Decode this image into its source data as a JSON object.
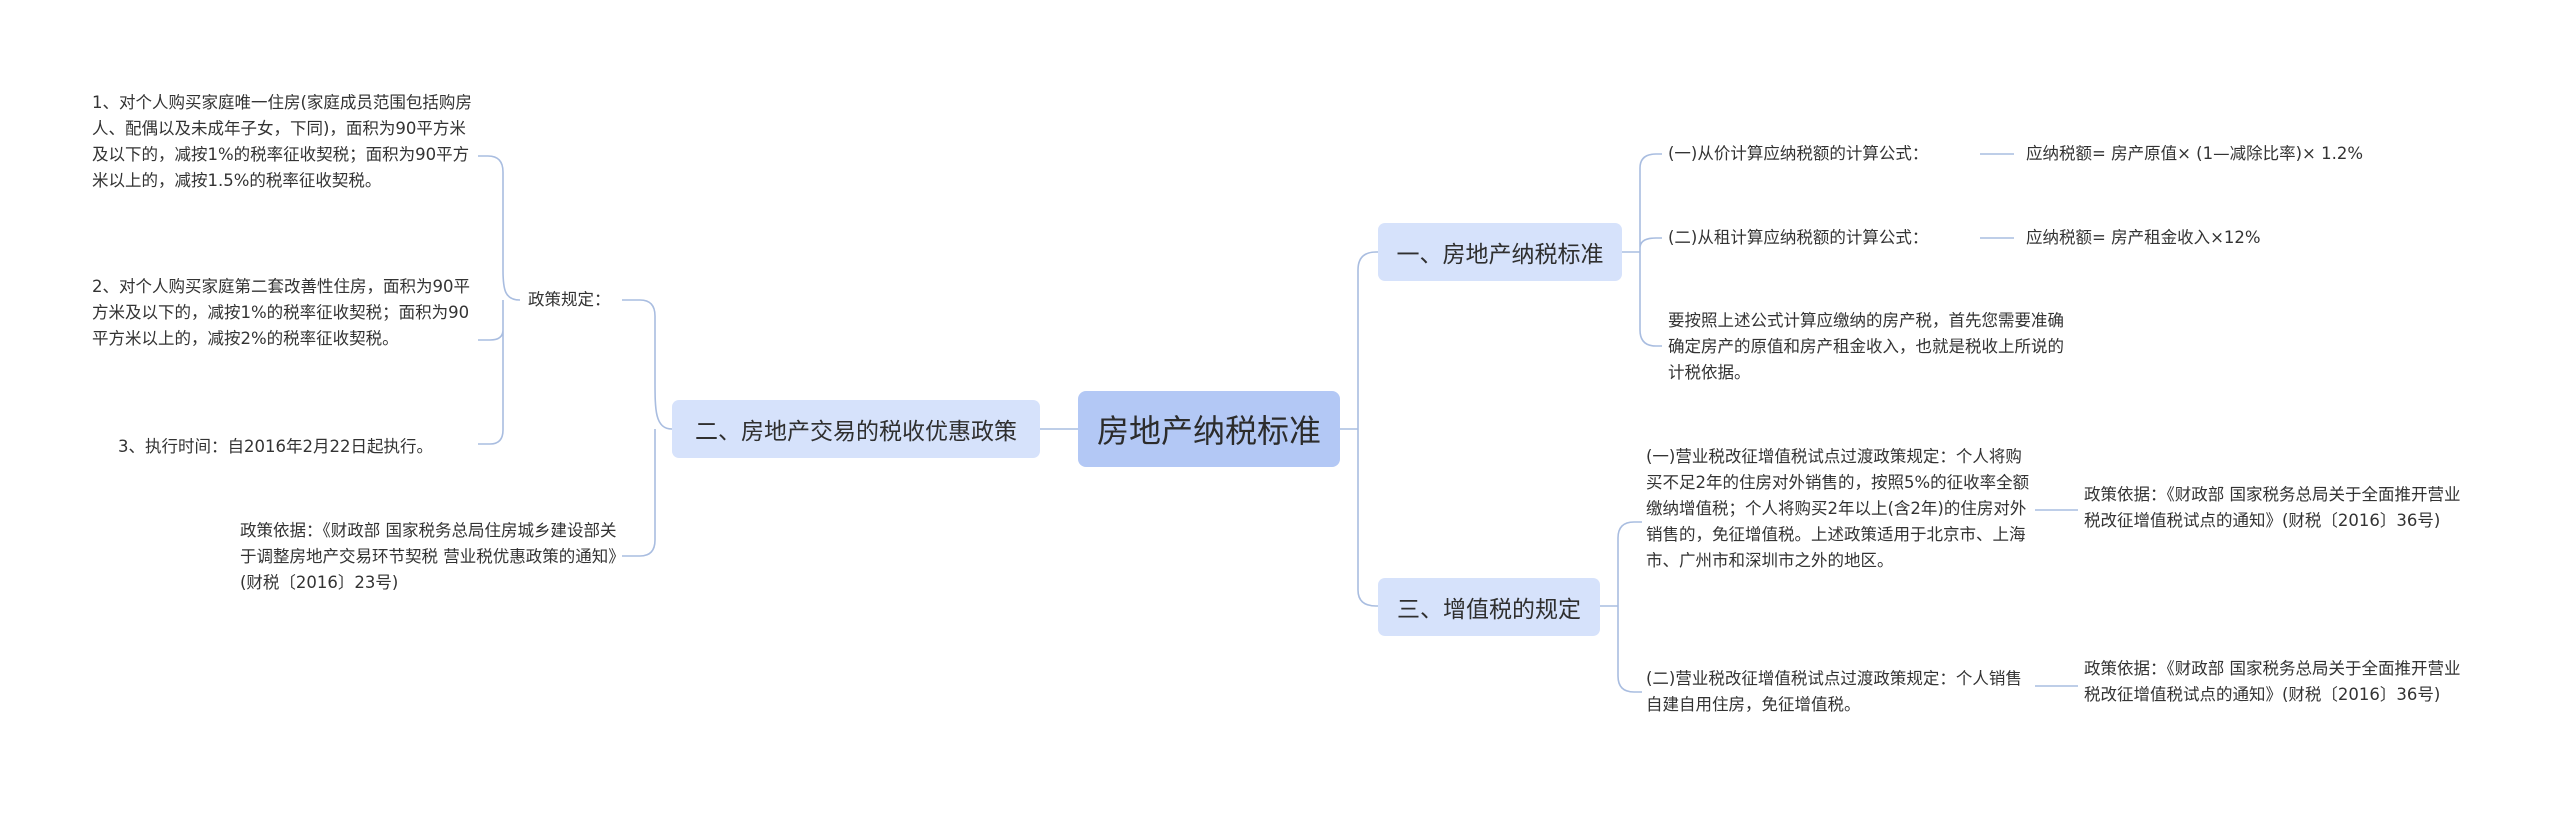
{
  "root": {
    "label": "房地产纳税标准"
  },
  "left": {
    "branch": {
      "label": "二、房地产交易的税收优惠政策"
    },
    "policy": {
      "label": "政策规定：",
      "items": [
        "1、对个人购买家庭唯一住房(家庭成员范围包括购房人、配偶以及未成年子女，下同)，面积为90平方米及以下的，减按1%的税率征收契税；面积为90平方米以上的，减按1.5%的税率征收契税。",
        "2、对个人购买家庭第二套改善性住房，面积为90平方米及以下的，减按1%的税率征收契税；面积为90平方米以上的，减按2%的税率征收契税。",
        "3、执行时间：自2016年2月22日起执行。"
      ]
    },
    "basis": "政策依据：《财政部 国家税务总局住房城乡建设部关于调整房地产交易环节契税 营业税优惠政策的通知》(财税〔2016〕23号)"
  },
  "right": {
    "branch1": {
      "label": "一、房地产纳税标准",
      "formula1": {
        "label": "(一)从价计算应纳税额的计算公式：",
        "value": "应纳税额= 房产原值× (1—减除比率)× 1.2%"
      },
      "formula2": {
        "label": "(二)从租计算应纳税额的计算公式：",
        "value": "应纳税额= 房产租金收入×12%"
      },
      "note": "要按照上述公式计算应缴纳的房产税，首先您需要准确确定房产的原值和房产租金收入，也就是税收上所说的计税依据。"
    },
    "branch3": {
      "label": "三、增值税的规定",
      "item1": {
        "text": "(一)营业税改征增值税试点过渡政策规定：个人将购买不足2年的住房对外销售的，按照5%的征收率全额缴纳增值税；个人将购买2年以上(含2年)的住房对外销售的，免征增值税。上述政策适用于北京市、上海市、广州市和深圳市之外的地区。",
        "basis": "政策依据：《财政部 国家税务总局关于全面推开营业税改征增值税试点的通知》(财税〔2016〕36号)"
      },
      "item2": {
        "text": "(二)营业税改征增值税试点过渡政策规定：个人销售自建自用住房，免征增值税。",
        "basis": "政策依据：《财政部 国家税务总局关于全面推开营业税改征增值税试点的通知》(财税〔2016〕36号)"
      }
    }
  },
  "colors": {
    "root": "#b3c8f5",
    "branch": "#d6e2fb",
    "line": "#a9bde0",
    "text": "#333333"
  }
}
